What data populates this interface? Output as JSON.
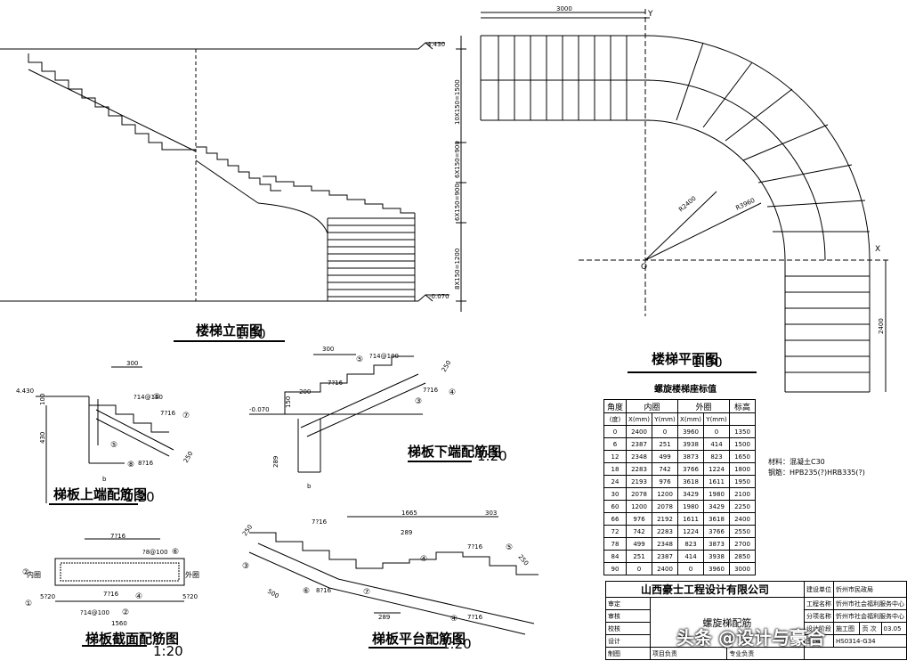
{
  "elevation": {
    "title": "楼梯立面图",
    "scale": "1:30",
    "top_level": "4.430",
    "bottom_level": "-0.070",
    "dims": [
      "10X150=1500",
      "6X150=900",
      "6X150=900",
      "8X150=1200"
    ]
  },
  "plan": {
    "title": "楼梯平面图",
    "scale": "1:30",
    "dim_top": "3000",
    "dim_right": "2400",
    "r_inner": "R2400",
    "r_outer": "R3960",
    "axis_x": "X",
    "axis_y": "Y",
    "origin": "O"
  },
  "detail_top": {
    "title": "梯板上端配筋图",
    "scale": "1:20",
    "level": "4.430",
    "labels": [
      "300",
      "?14@100",
      "7?16",
      "430",
      "100",
      "250",
      "b",
      "8?16"
    ],
    "markers": [
      "①",
      "⑤",
      "⑦",
      "⑧"
    ]
  },
  "detail_bottom": {
    "title": "梯板下端配筋图",
    "scale": "1:20",
    "level": "-0.070",
    "labels": [
      "300",
      "?14@100",
      "7?16",
      "200",
      "150",
      "250",
      "289",
      "b",
      "7?16"
    ],
    "markers": [
      "⑤",
      "④",
      "③"
    ]
  },
  "detail_section": {
    "title": "梯板截面配筋图",
    "scale": "1:20",
    "labels": [
      "7?16",
      "?8@100",
      "内圈",
      "外圈",
      "5?20",
      "5?20",
      "7?16",
      "?14@100",
      "1560"
    ],
    "markers": [
      "⑥",
      "④",
      "①",
      "②",
      "②"
    ]
  },
  "detail_platform": {
    "title": "梯板平台配筋图",
    "scale": "1:20",
    "labels": [
      "7?16",
      "1665",
      "303",
      "289",
      "7?16",
      "500",
      "8?16",
      "289",
      "7?16",
      "250",
      "250"
    ],
    "markers": [
      "③",
      "⑦",
      "④",
      "⑤",
      "④",
      "⑥"
    ]
  },
  "coord_table": {
    "title": "螺旋楼梯座标值",
    "headers": [
      "角度",
      "内圈",
      "外圈",
      "标高"
    ],
    "subheaders": [
      "(度)",
      "X(mm)",
      "Y(mm)",
      "X(mm)",
      "Y(mm)",
      ""
    ],
    "rows": [
      [
        "0",
        "2400",
        "0",
        "3960",
        "0",
        "1350"
      ],
      [
        "6",
        "2387",
        "251",
        "3938",
        "414",
        "1500"
      ],
      [
        "12",
        "2348",
        "499",
        "3873",
        "823",
        "1650"
      ],
      [
        "18",
        "2283",
        "742",
        "3766",
        "1224",
        "1800"
      ],
      [
        "24",
        "2193",
        "976",
        "3618",
        "1611",
        "1950"
      ],
      [
        "30",
        "2078",
        "1200",
        "3429",
        "1980",
        "2100"
      ],
      [
        "60",
        "1200",
        "2078",
        "1980",
        "3429",
        "2250"
      ],
      [
        "66",
        "976",
        "2192",
        "1611",
        "3618",
        "2400"
      ],
      [
        "72",
        "742",
        "2283",
        "1224",
        "3766",
        "2550"
      ],
      [
        "78",
        "499",
        "2348",
        "823",
        "3873",
        "2700"
      ],
      [
        "84",
        "251",
        "2387",
        "414",
        "3938",
        "2850"
      ],
      [
        "90",
        "0",
        "2400",
        "0",
        "3960",
        "3000"
      ]
    ]
  },
  "material": {
    "concrete": "材料：混凝土C30",
    "steel": "钢筋：HPB235(?)HRB335(?)"
  },
  "title_block": {
    "company": "山西豪士工程设计有限公司",
    "client_label": "建设单位",
    "client": "忻州市民政局",
    "project_label": "工程名称",
    "project": "忻州市社会福利服务中心",
    "sub_label": "分项名称",
    "sub": "忻州市社会福利服务中心",
    "stage_label": "设计阶段",
    "stage": "施工图",
    "date": "03.05",
    "drawing_no_label": "图 号",
    "drawing_no": "HS0314-G34",
    "rows": [
      "审定",
      "审核",
      "校核",
      "设计",
      "制图"
    ],
    "footer": [
      "项目负责",
      "专业负责"
    ],
    "drawing_name": "螺旋梯配筋",
    "sheet_label": "页 次"
  },
  "watermark": "头条 @设计与豪合"
}
